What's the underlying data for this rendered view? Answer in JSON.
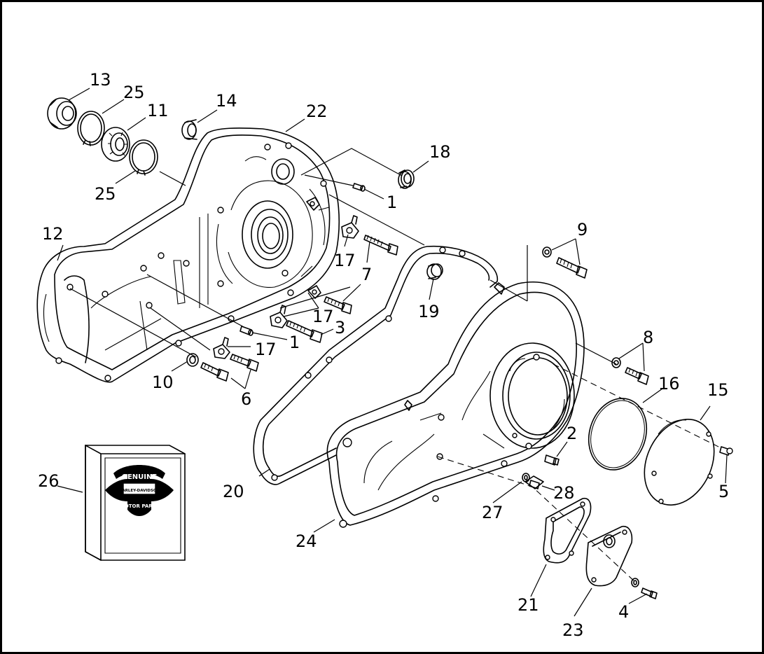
{
  "diagram": {
    "title": "",
    "callouts": [
      {
        "id": "c13",
        "label": "13"
      },
      {
        "id": "c25a",
        "label": "25"
      },
      {
        "id": "c11",
        "label": "11"
      },
      {
        "id": "c14",
        "label": "14"
      },
      {
        "id": "c22",
        "label": "22"
      },
      {
        "id": "c18",
        "label": "18"
      },
      {
        "id": "c25b",
        "label": "25"
      },
      {
        "id": "c1a",
        "label": "1"
      },
      {
        "id": "c12",
        "label": "12"
      },
      {
        "id": "c9",
        "label": "9"
      },
      {
        "id": "c17a",
        "label": "17"
      },
      {
        "id": "c7",
        "label": "7"
      },
      {
        "id": "c19",
        "label": "19"
      },
      {
        "id": "c17b",
        "label": "17"
      },
      {
        "id": "c3",
        "label": "3"
      },
      {
        "id": "c8",
        "label": "8"
      },
      {
        "id": "c1b",
        "label": "1"
      },
      {
        "id": "c17c",
        "label": "17"
      },
      {
        "id": "c10",
        "label": "10"
      },
      {
        "id": "c16",
        "label": "16"
      },
      {
        "id": "c15",
        "label": "15"
      },
      {
        "id": "c6",
        "label": "6"
      },
      {
        "id": "c2",
        "label": "2"
      },
      {
        "id": "c26",
        "label": "26"
      },
      {
        "id": "c28",
        "label": "28"
      },
      {
        "id": "c20",
        "label": "20"
      },
      {
        "id": "c5",
        "label": "5"
      },
      {
        "id": "c27",
        "label": "27"
      },
      {
        "id": "c24",
        "label": "24"
      },
      {
        "id": "c21",
        "label": "21"
      },
      {
        "id": "c4",
        "label": "4"
      },
      {
        "id": "c23",
        "label": "23"
      }
    ]
  },
  "badge": {
    "line1": "GENUINE",
    "line2": "HARLEY-DAVIDSON",
    "line3": "MOTOR PARTS",
    "icon": "genuine-motor-parts-logo-icon"
  }
}
